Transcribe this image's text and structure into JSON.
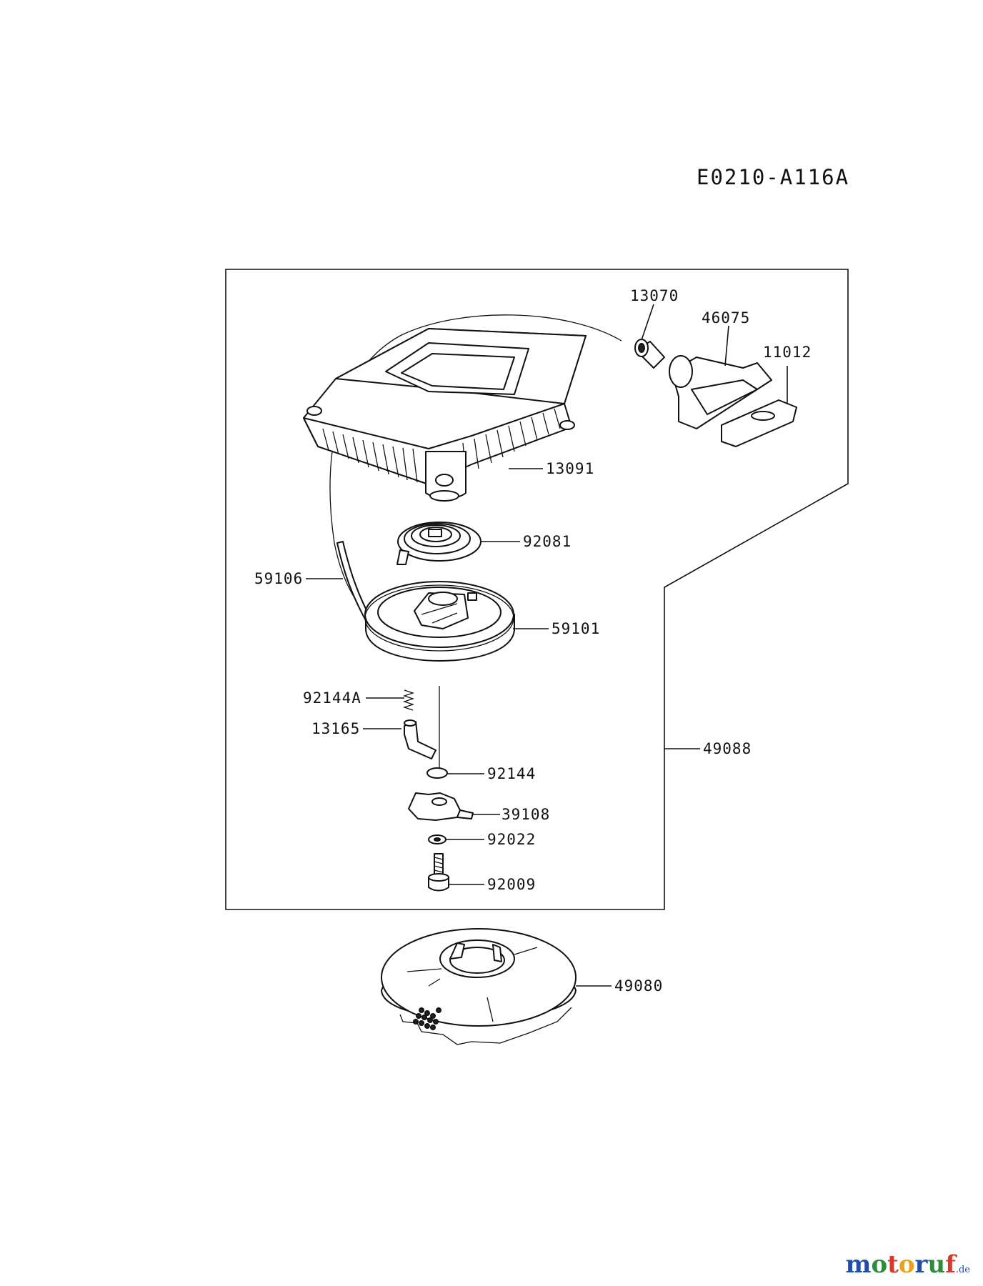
{
  "diagram": {
    "code": "E0210-A116A",
    "parts": {
      "p13070": "13070",
      "p46075": "46075",
      "p11012": "11012",
      "p13091": "13091",
      "p92081": "92081",
      "p59106": "59106",
      "p59101": "59101",
      "p92144A": "92144A",
      "p13165": "13165",
      "p92144": "92144",
      "p39108": "39108",
      "p92022": "92022",
      "p92009": "92009",
      "p49088": "49088",
      "p49080": "49080"
    }
  },
  "watermark": {
    "brand_a": "m",
    "brand_b": "o",
    "brand_c": "t",
    "brand_d": "o",
    "brand_e": "r",
    "brand_f": "u",
    "brand_g": "f",
    "suffix": ".de",
    "colors": [
      "#1f4fa8",
      "#2e8b3a",
      "#d63a2a",
      "#e8a21b",
      "#1f4fa8",
      "#2e8b3a",
      "#d63a2a"
    ]
  }
}
